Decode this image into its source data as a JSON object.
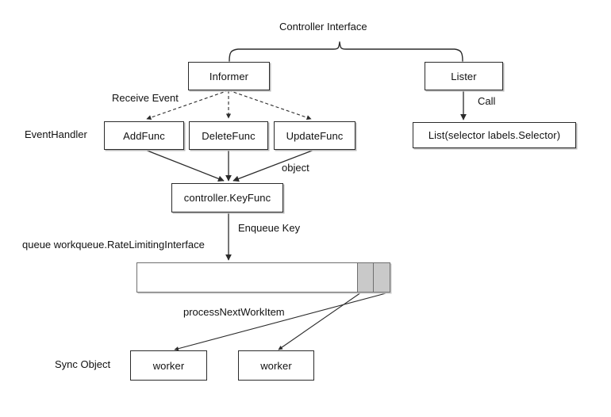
{
  "diagram": {
    "title_label": "Controller Interface",
    "nodes": {
      "informer": "Informer",
      "lister": "Lister",
      "add_func": "AddFunc",
      "delete_func": "DeleteFunc",
      "update_func": "UpdateFunc",
      "list_call": "List(selector labels.Selector)",
      "key_func": "controller.KeyFunc",
      "worker_one": "worker",
      "worker_two": "worker"
    },
    "labels": {
      "receive_event": "Receive Event",
      "event_handler": "EventHandler",
      "call": "Call",
      "object": "object",
      "enqueue_key": "Enqueue Key",
      "queue_type": "queue workqueue.RateLimitingInterface",
      "process_next_work_item": "processNextWorkItem",
      "sync_object": "Sync Object"
    },
    "queue": {
      "filled_cells": 2,
      "empty_cells": 1
    },
    "colors": {
      "stroke": "#2b2b2b",
      "queue_fill": "#c9c9c9",
      "queue_stroke": "#6f6f6f",
      "background": "#ffffff",
      "text": "#111111"
    }
  }
}
